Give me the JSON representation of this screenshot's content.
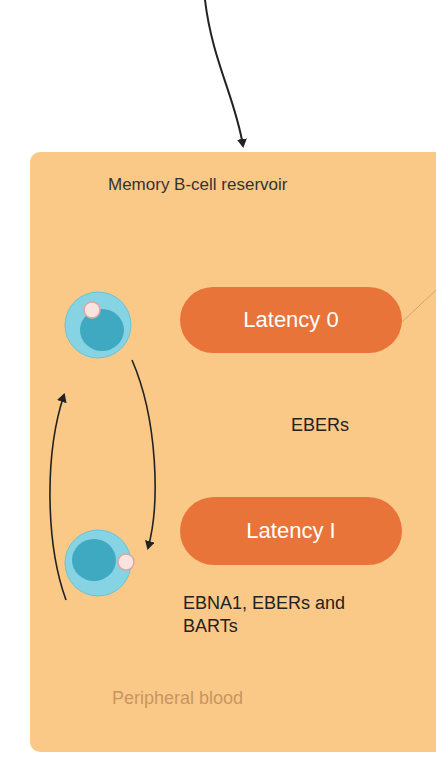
{
  "diagram": {
    "nodes": [
      {
        "text": [
          "Memory B-cell reservoir",
          "Peripheral blood"
        ]
      },
      {
        "text": [
          "Latency 0"
        ],
        "in": 0
      },
      {
        "text": [
          "Latency I"
        ],
        "in": 0
      }
    ],
    "edges": [],
    "labels": [
      "EBERs",
      "EBNA1, EBERs and BARTs"
    ]
  }
}
